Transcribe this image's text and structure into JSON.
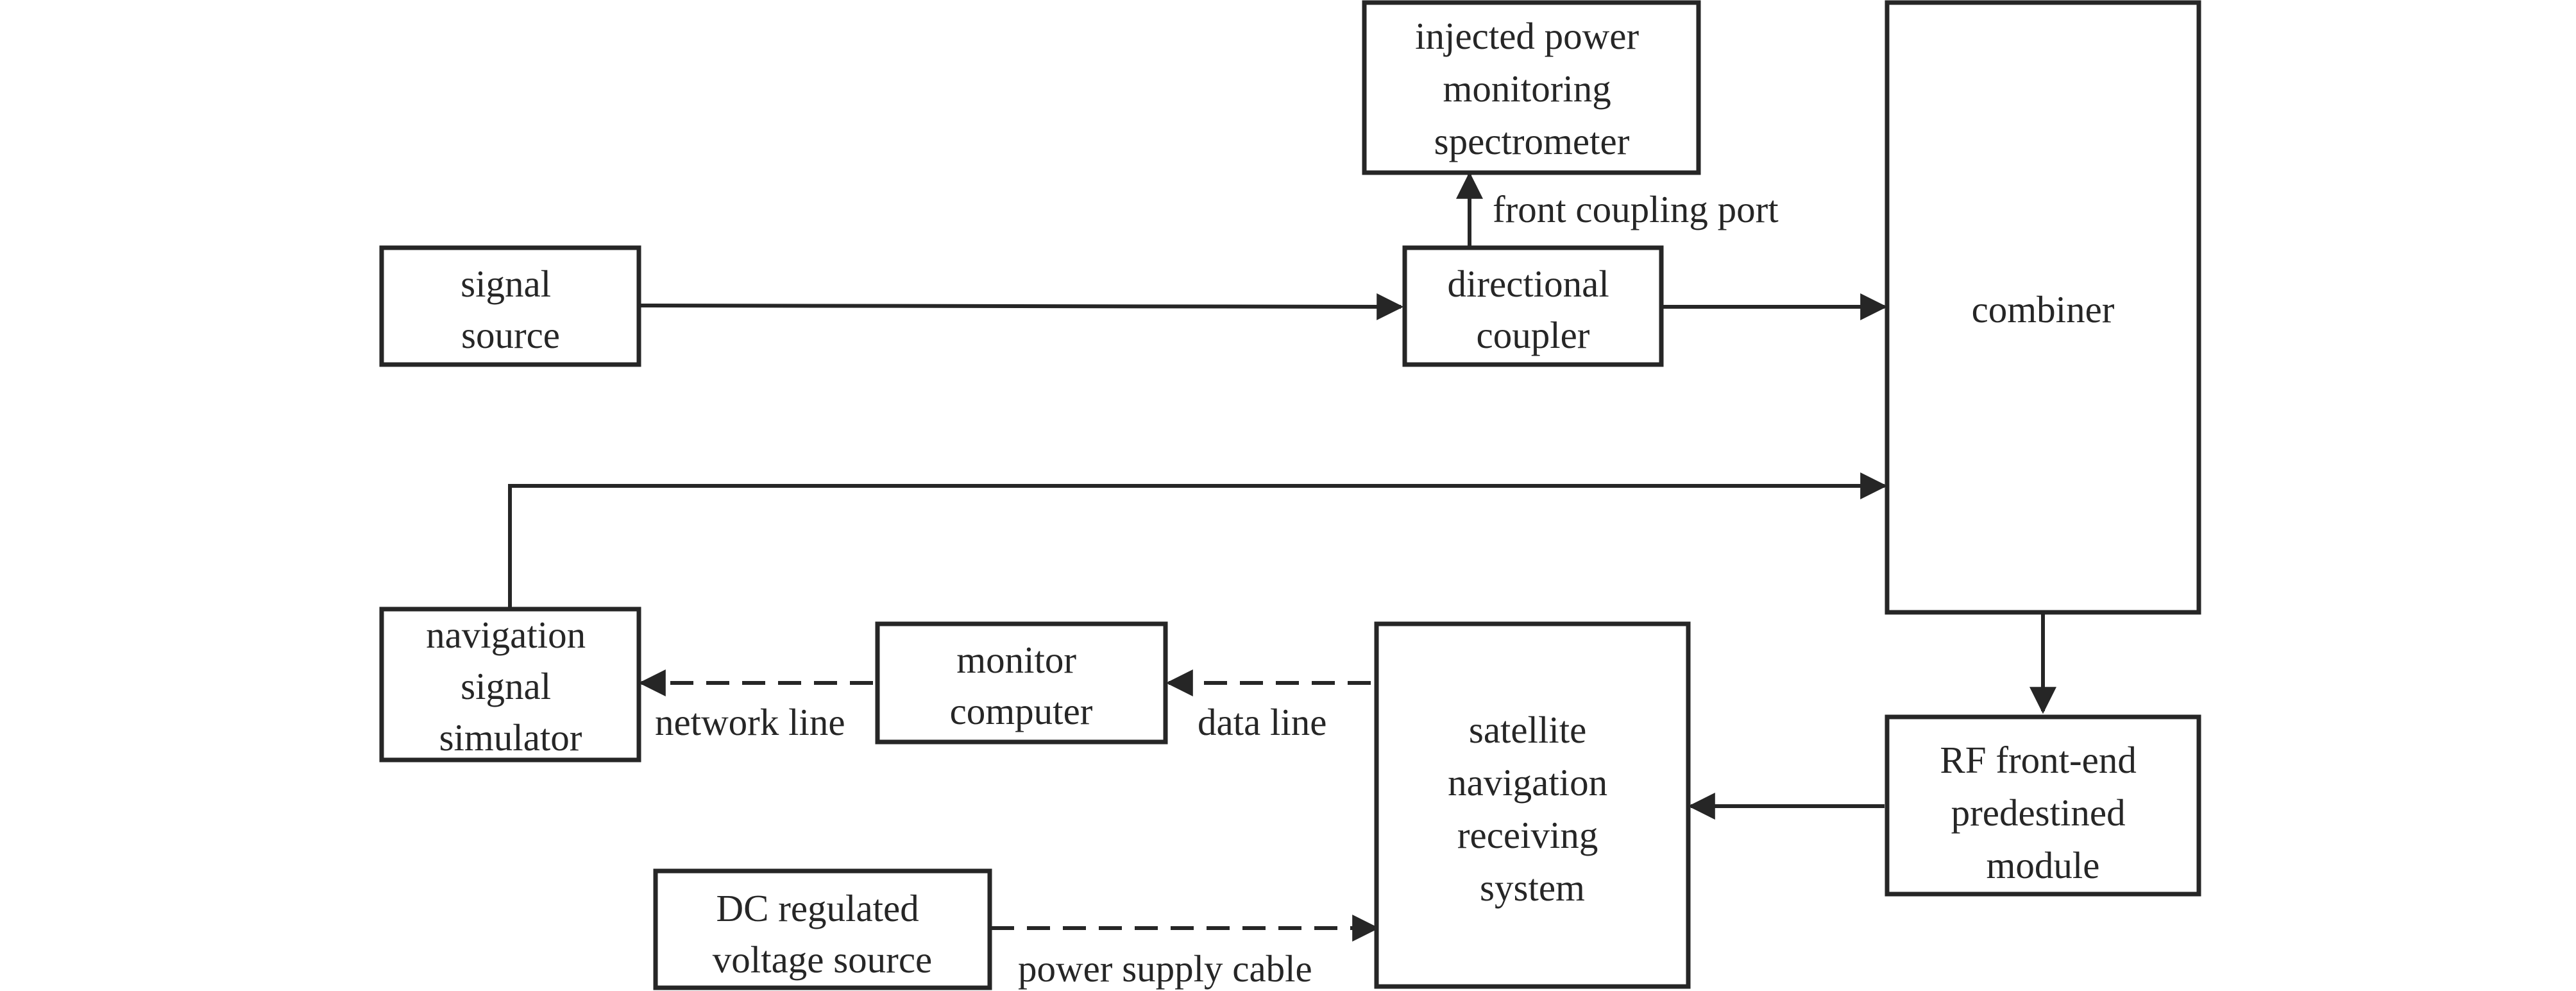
{
  "diagram": {
    "boxes": {
      "spectrometer": [
        "injected power",
        "monitoring",
        "spectrometer"
      ],
      "signal_source": [
        "signal",
        "source"
      ],
      "directional_coupler": [
        "directional",
        "coupler"
      ],
      "combiner": [
        "combiner"
      ],
      "nav_simulator": [
        "navigation",
        "signal",
        "simulator"
      ],
      "monitor_computer": [
        "monitor",
        "computer"
      ],
      "receiving_system": [
        "satellite",
        "navigation",
        "receiving",
        "system"
      ],
      "rf_frontend": [
        "RF front-end",
        "predestined",
        "module"
      ],
      "dc_source": [
        "DC regulated",
        "voltage source"
      ]
    },
    "edge_labels": {
      "front_coupling_port": "front coupling port",
      "network_line": "network line",
      "data_line": "data line",
      "power_supply_cable": "power supply cable"
    },
    "colors": {
      "stroke": "#262626",
      "background": "#ffffff"
    }
  }
}
